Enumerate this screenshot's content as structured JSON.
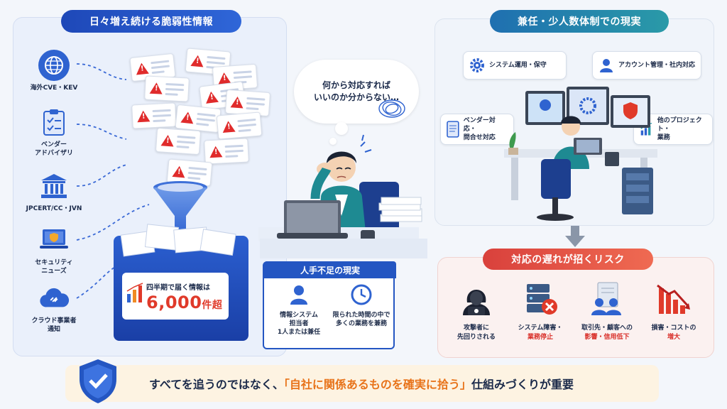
{
  "left": {
    "title": "日々増え続ける脆弱性情報",
    "sources": [
      {
        "icon": "globe-icon",
        "label": "海外CVE・KEV"
      },
      {
        "icon": "clipboard-icon",
        "label": "ベンダー\nアドバイザリ"
      },
      {
        "icon": "government-building-icon",
        "label": "JPCERT/CC・JVN"
      },
      {
        "icon": "laptop-shield-icon",
        "label": "セキュリティ\nニューズ"
      },
      {
        "icon": "cloud-icon",
        "label": "クラウド事業者\n通知"
      }
    ],
    "bin_caption": "四半期で届く情報は",
    "bin_count": "6,000",
    "bin_unit": "件超"
  },
  "center": {
    "bubble_text": "何から対応すれば\nいいのか分からない…",
    "shortage_title": "人手不足の現実",
    "shortage_items": [
      {
        "icon": "person-icon",
        "text": "情報システム\n担当者\n1人または兼任"
      },
      {
        "icon": "clock-icon",
        "text": "限られた時間の中で\n多くの業務を兼務"
      }
    ]
  },
  "right": {
    "title": "兼任・少人数体制での現実",
    "callouts": [
      {
        "icon": "gear-icon",
        "text": "システム運用・保守"
      },
      {
        "icon": "person-icon",
        "text": "アカウント管理・社内対応"
      },
      {
        "icon": "document-icon",
        "text": "ベンダー対応・\n問合せ対応"
      },
      {
        "icon": "chart-icon",
        "text": "他のプロジェクト・\n業務"
      }
    ],
    "risk_title": "対応の遅れが招くリスク",
    "risks": [
      {
        "icon": "hacker-icon",
        "text": "攻撃者に\n先回りされる",
        "emph": ""
      },
      {
        "icon": "server-error-icon",
        "text": "システム障害・\n",
        "emph": "業務停止"
      },
      {
        "icon": "people-document-icon",
        "text": "取引先・顧客への\n",
        "emph": "影響・信用低下"
      },
      {
        "icon": "declining-chart-icon",
        "text": "損害・コストの\n",
        "emph": "増大"
      }
    ]
  },
  "banner": {
    "prefix": "すべてを追うのではなく、",
    "highlight": "「自社に関係あるものを確実に拾う」",
    "suffix": "仕組みづくりが重要"
  },
  "colors": {
    "primary_blue": "#2456c2",
    "alert_red": "#e02b2b",
    "teal": "#2a9aa8",
    "highlight_orange": "#e8731a"
  }
}
